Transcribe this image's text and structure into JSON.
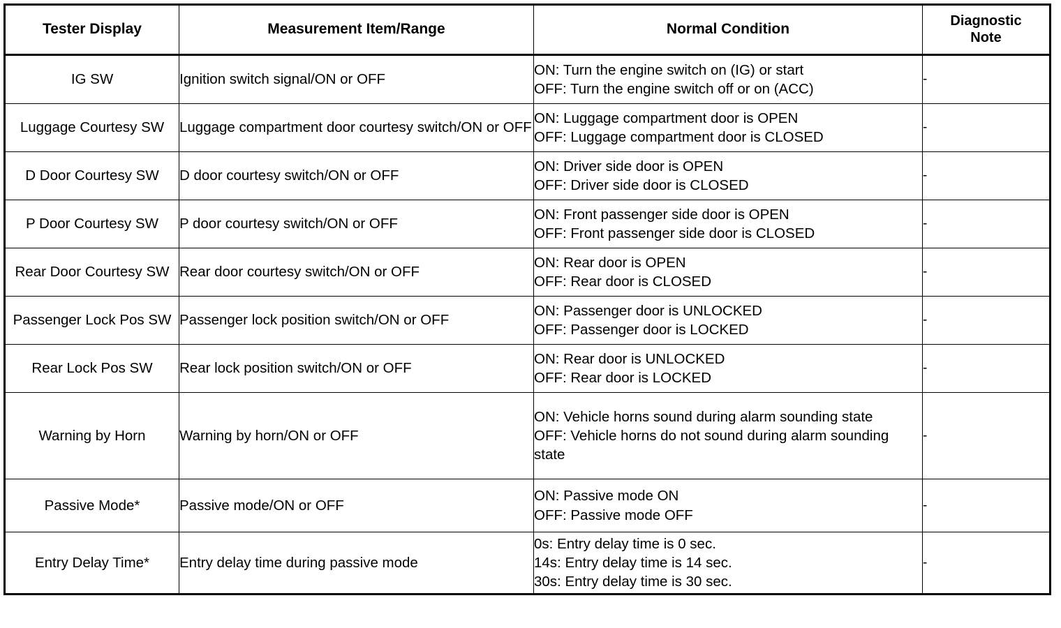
{
  "table": {
    "columns": [
      {
        "key": "tester_display",
        "label": "Tester Display"
      },
      {
        "key": "measurement_item_range",
        "label": "Measurement Item/Range"
      },
      {
        "key": "normal_condition",
        "label": "Normal Condition"
      },
      {
        "key": "diagnostic_note",
        "label": "Diagnostic\nNote",
        "label_line1": "Diagnostic",
        "label_line2": "Note"
      }
    ],
    "rows": [
      {
        "tester_display": "IG SW",
        "measurement_item_range": "Ignition switch signal/ON or OFF",
        "normal_condition_lines": [
          "ON: Turn the engine switch on (IG) or start",
          "OFF: Turn the engine switch off or on (ACC)"
        ],
        "diagnostic_note": "-"
      },
      {
        "tester_display": "Luggage Courtesy SW",
        "measurement_item_range": "Luggage compartment door courtesy switch/ON or OFF",
        "normal_condition_lines": [
          "ON: Luggage compartment door is OPEN",
          "OFF: Luggage compartment door is CLOSED"
        ],
        "diagnostic_note": "-"
      },
      {
        "tester_display": "D Door Courtesy SW",
        "measurement_item_range": "D door courtesy switch/ON or OFF",
        "normal_condition_lines": [
          "ON: Driver side door is OPEN",
          "OFF: Driver side door is CLOSED"
        ],
        "diagnostic_note": "-"
      },
      {
        "tester_display": "P Door Courtesy SW",
        "measurement_item_range": "P door courtesy switch/ON or OFF",
        "normal_condition_lines": [
          "ON: Front passenger side door is OPEN",
          "OFF: Front passenger side door is CLOSED"
        ],
        "diagnostic_note": "-"
      },
      {
        "tester_display": "Rear Door Courtesy SW",
        "measurement_item_range": "Rear door courtesy switch/ON or OFF",
        "normal_condition_lines": [
          "ON: Rear door is OPEN",
          "OFF: Rear door is CLOSED"
        ],
        "diagnostic_note": "-"
      },
      {
        "tester_display": "Passenger Lock Pos SW",
        "measurement_item_range": "Passenger lock position switch/ON or OFF",
        "normal_condition_lines": [
          "ON: Passenger door is UNLOCKED",
          "OFF: Passenger door is LOCKED"
        ],
        "diagnostic_note": "-"
      },
      {
        "tester_display": "Rear Lock Pos SW",
        "measurement_item_range": "Rear lock position switch/ON or OFF",
        "normal_condition_lines": [
          "ON: Rear door is UNLOCKED",
          "OFF: Rear door is LOCKED"
        ],
        "diagnostic_note": "-"
      },
      {
        "tester_display": "Warning by Horn",
        "measurement_item_range": "Warning by horn/ON or OFF",
        "normal_condition_lines": [
          "ON: Vehicle horns sound during alarm sounding state",
          "OFF: Vehicle horns do not sound during alarm sounding state"
        ],
        "diagnostic_note": "-"
      },
      {
        "tester_display": "Passive Mode*",
        "measurement_item_range": "Passive mode/ON or OFF",
        "normal_condition_lines": [
          "ON: Passive mode ON",
          "OFF: Passive mode OFF"
        ],
        "diagnostic_note": "-"
      },
      {
        "tester_display": "Entry Delay Time*",
        "measurement_item_range": "Entry delay time during passive mode",
        "normal_condition_lines": [
          "0s: Entry delay time is 0 sec.",
          "14s: Entry delay time is 14 sec.",
          "30s: Entry delay time is 30 sec."
        ],
        "diagnostic_note": "-"
      }
    ]
  }
}
